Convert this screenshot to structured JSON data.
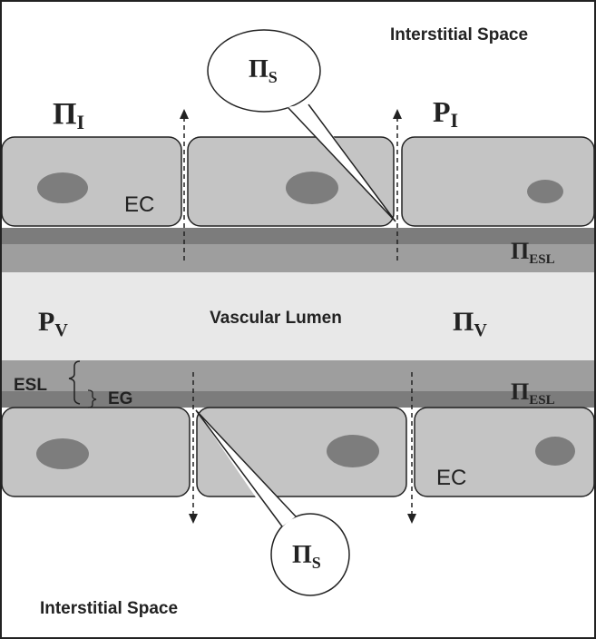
{
  "labels": {
    "interstitial_top": "Interstitial Space",
    "interstitial_bottom": "Interstitial Space",
    "vascular_lumen": "Vascular Lumen",
    "ec_top": "EC",
    "ec_bottom": "EC",
    "esl": "ESL",
    "eg": "EG"
  },
  "symbols": {
    "pi_i": {
      "main": "Π",
      "sub": "I"
    },
    "p_i": {
      "main": "P",
      "sub": "I"
    },
    "pi_s_top": {
      "main": "Π",
      "sub": "S"
    },
    "pi_s_bottom": {
      "main": "Π",
      "sub": "S"
    },
    "pi_esl_top": {
      "main": "Π",
      "sub": "ESL"
    },
    "pi_esl_bottom": {
      "main": "Π",
      "sub": "ESL"
    },
    "p_v": {
      "main": "P",
      "sub": "V"
    },
    "pi_v": {
      "main": "Π",
      "sub": "V"
    }
  },
  "colors": {
    "border": "#222222",
    "cell_fill": "#c4c4c4",
    "nucleus_fill": "#7d7d7d",
    "esl_dark": "#7c7c7c",
    "esl_light": "#9e9e9e",
    "lumen": "#e8e8e8",
    "bubble_fill": "#ffffff"
  }
}
